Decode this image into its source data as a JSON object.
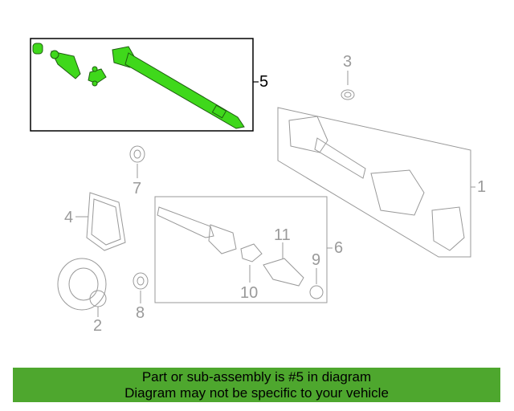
{
  "callouts": {
    "c1": "1",
    "c2": "2",
    "c3": "3",
    "c4": "4",
    "c5": "5",
    "c6": "6",
    "c7": "7",
    "c8": "8",
    "c9": "9",
    "c10": "10",
    "c11": "11"
  },
  "highlight_color": "#3fd81b",
  "footer": {
    "line1": "Part or sub-assembly is #5 in diagram",
    "line2": "Diagram may not be specific to your vehicle",
    "color": "#4ea72e"
  }
}
